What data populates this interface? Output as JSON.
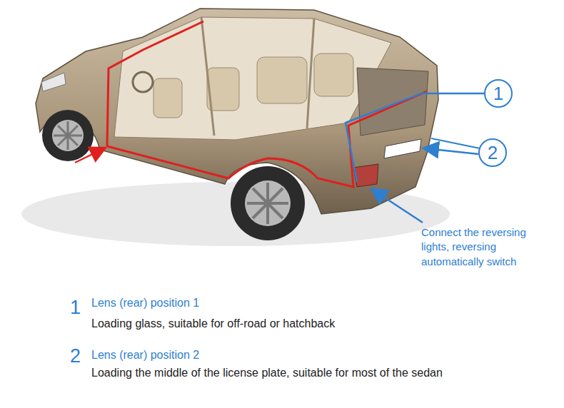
{
  "diagram": {
    "nodes": [
      {
        "text": [
          "1"
        ]
      },
      {
        "text": [
          "2"
        ]
      }
    ],
    "labels": [
      "Connect the reversing lights, reversing automatically switch",
      "1",
      "Lens (rear) position 1",
      "Loading glass, suitable for off-road or hatchback",
      "2",
      "Lens (rear) position 2",
      "Loading the middle of the license plate, suitable for most of the sedan"
    ]
  }
}
